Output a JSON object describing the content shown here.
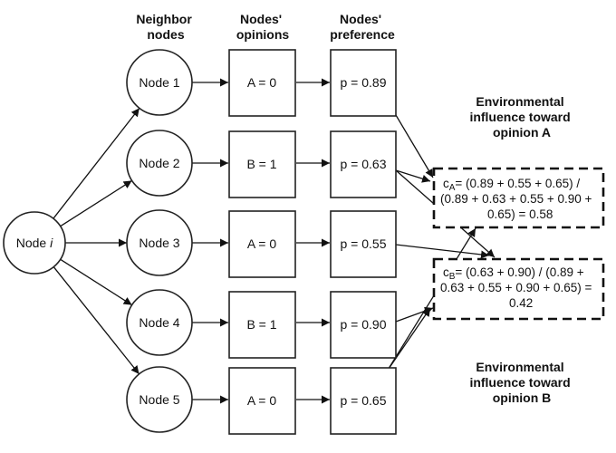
{
  "headers": {
    "neighbors": [
      "Neighbor",
      "nodes"
    ],
    "opinions": [
      "Nodes'",
      "opinions"
    ],
    "preference": [
      "Nodes'",
      "preference"
    ]
  },
  "center_node": {
    "label": "Node ",
    "italic": "i"
  },
  "neighbors": [
    {
      "label": "Node 1",
      "opinion": "A = 0",
      "preference": "p = 0.89"
    },
    {
      "label": "Node 2",
      "opinion": "B = 1",
      "preference": "p = 0.63"
    },
    {
      "label": "Node 3",
      "opinion": "A = 0",
      "preference": "p = 0.55"
    },
    {
      "label": "Node 4",
      "opinion": "B = 1",
      "preference": "p = 0.90"
    },
    {
      "label": "Node 5",
      "opinion": "A = 0",
      "preference": "p = 0.65"
    }
  ],
  "influence_a": {
    "title": [
      "Environmental",
      "influence toward",
      "opinion A"
    ],
    "symbol": "c",
    "subscript": "A",
    "lines": [
      "= (0.89 + 0.55 + 0.65) /",
      "(0.89 + 0.63 + 0.55 + 0.90 +",
      "0.65) = 0.58"
    ]
  },
  "influence_b": {
    "title": [
      "Environmental",
      "influence toward",
      "opinion B"
    ],
    "symbol": "c",
    "subscript": "B",
    "lines": [
      "= (0.63 + 0.90) / (0.89 +",
      "0.63 + 0.55 + 0.90 + 0.65) =",
      "0.42"
    ]
  },
  "links_to_a": [
    1,
    3,
    5
  ],
  "links_to_b": [
    2,
    4
  ]
}
